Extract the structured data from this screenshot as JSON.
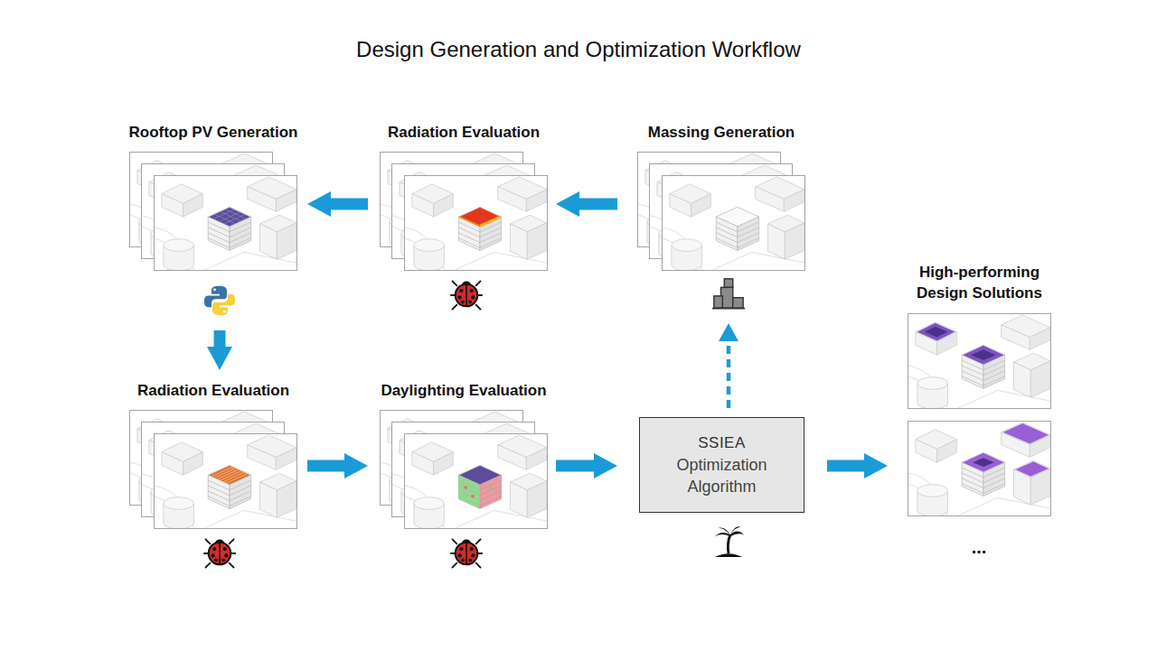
{
  "diagram": {
    "title": "Design Generation and Optimization Workflow",
    "nodes": [
      {
        "text": [
          "Rooftop PV Generation"
        ]
      },
      {
        "text": [
          "Radiation Evaluation"
        ]
      },
      {
        "text": [
          "Massing Generation"
        ]
      },
      {
        "text": [
          "High-performing Design Solutions"
        ]
      },
      {
        "text": [
          "Radiation Evaluation"
        ]
      },
      {
        "text": [
          "Daylighting Evaluation"
        ]
      },
      {
        "text": [
          "SSIEA",
          "Optimization Algorithm"
        ]
      }
    ],
    "edges": [
      {
        "from": 2,
        "to": 1,
        "arrow": "to"
      },
      {
        "from": 1,
        "to": 0,
        "arrow": "to"
      },
      {
        "from": 0,
        "to": 4,
        "arrow": "to"
      },
      {
        "from": 4,
        "to": 5,
        "arrow": "to"
      },
      {
        "from": 5,
        "to": 6,
        "arrow": "to"
      },
      {
        "from": 6,
        "to": 3,
        "arrow": "to"
      },
      {
        "from": 6,
        "to": 2,
        "arrow": "to"
      }
    ],
    "labels": [
      "..."
    ]
  }
}
